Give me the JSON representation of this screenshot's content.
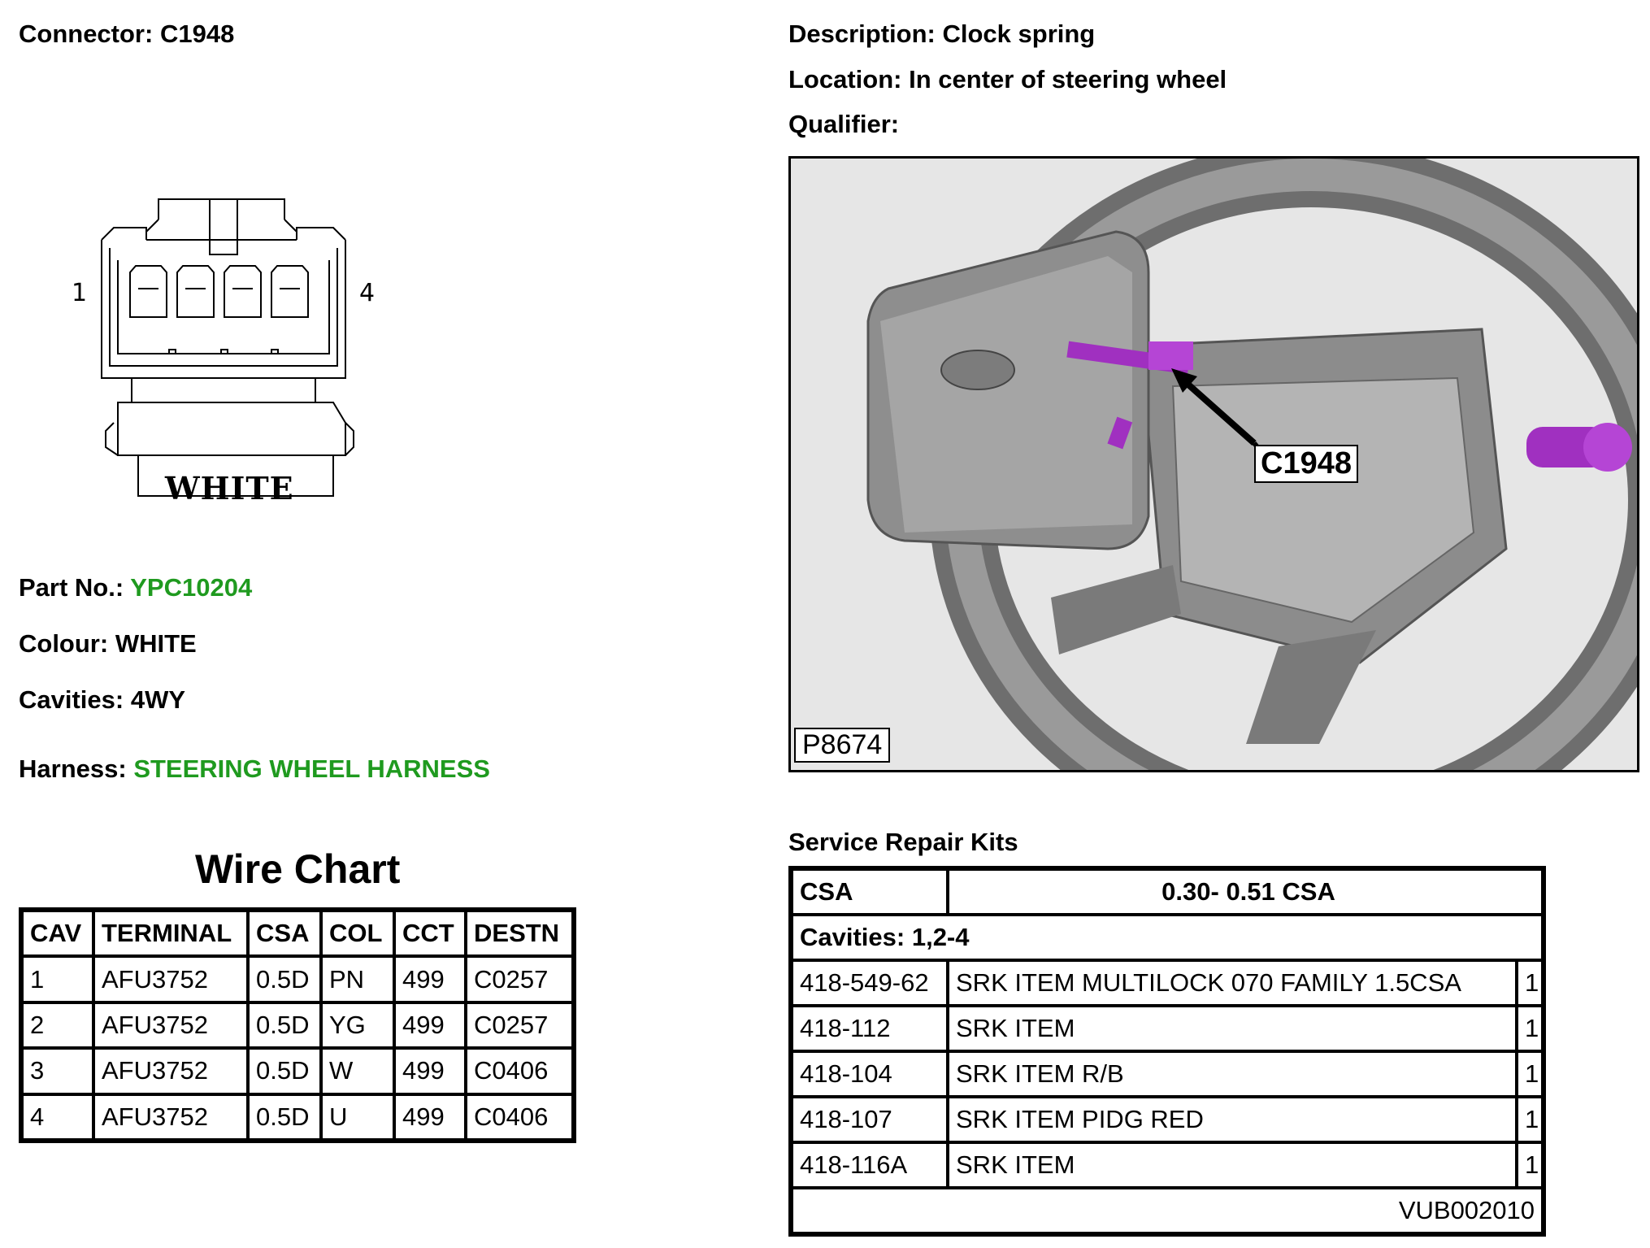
{
  "header": {
    "connector_label": "Connector:",
    "connector_value": "C1948",
    "description_label": "Description:",
    "description_value": "Clock spring",
    "location_label": "Location:",
    "location_value": "In center of steering wheel",
    "qualifier_label": "Qualifier:"
  },
  "connector_diagram": {
    "pin_left": "1",
    "pin_right": "4",
    "colour_caption": "WHITE"
  },
  "details": {
    "part_no_label": "Part No.:",
    "part_no_value": "YPC10204",
    "colour_label": "Colour:",
    "colour_value": "WHITE",
    "cavities_label": "Cavities:",
    "cavities_value": "4WY",
    "harness_label": "Harness:",
    "harness_value": "STEERING WHEEL HARNESS",
    "link_color": "#1f9a1f"
  },
  "wire_chart": {
    "title": "Wire Chart",
    "headers": [
      "CAV",
      "TERMINAL",
      "CSA",
      "COL",
      "CCT",
      "DESTN"
    ],
    "rows": [
      [
        "1",
        "AFU3752",
        "0.5D",
        "PN",
        "499",
        "C0257"
      ],
      [
        "2",
        "AFU3752",
        "0.5D",
        "YG",
        "499",
        "C0257"
      ],
      [
        "3",
        "AFU3752",
        "0.5D",
        "W",
        "499",
        "C0406"
      ],
      [
        "4",
        "AFU3752",
        "0.5D",
        "U",
        "499",
        "C0406"
      ]
    ]
  },
  "photo": {
    "callout": "C1948",
    "image_ref": "P8674",
    "highlight_color": "#a030c0"
  },
  "service_repair_kits": {
    "title": "Service Repair Kits",
    "csa_label": "CSA",
    "csa_value": "0.30- 0.51 CSA",
    "cavities": "Cavities: 1,2-4",
    "items": [
      [
        "418-549-62",
        "SRK ITEM MULTILOCK 070 FAMILY 1.5CSA",
        "1"
      ],
      [
        "418-112",
        "SRK ITEM",
        "1"
      ],
      [
        "418-104",
        "SRK ITEM R/B",
        "1"
      ],
      [
        "418-107",
        "SRK ITEM PIDG RED",
        "1"
      ],
      [
        "418-116A",
        "SRK ITEM",
        "1"
      ]
    ],
    "footer_ref": "VUB002010"
  }
}
